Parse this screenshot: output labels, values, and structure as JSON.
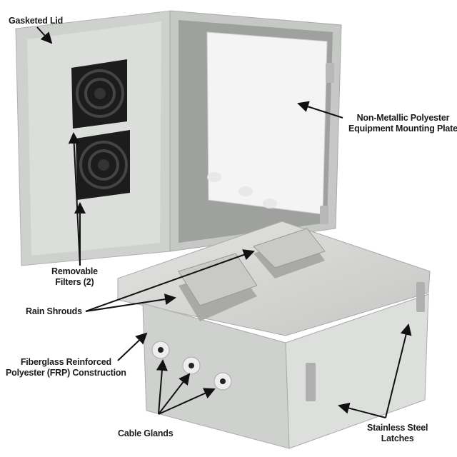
{
  "callouts": {
    "gasketed_lid": "Gasketed Lid",
    "mounting_plate": [
      "Non-Metallic Polyester",
      "Equipment Mounting Plate"
    ],
    "removable_filters": [
      "Removable",
      "Filters (2)"
    ],
    "rain_shrouds": "Rain Shrouds",
    "frp_construction": [
      "Fiberglass Reinforced",
      "Polyester (FRP) Construction"
    ],
    "cable_glands": "Cable Glands",
    "latches": [
      "Stainless Steel",
      "Latches"
    ]
  },
  "colors": {
    "enclosure": "#d6d8d6",
    "plate": "#f4f4f4",
    "fan": "#1c1c1c",
    "shroud": "#c9c9c5",
    "arrow": "#111111"
  }
}
